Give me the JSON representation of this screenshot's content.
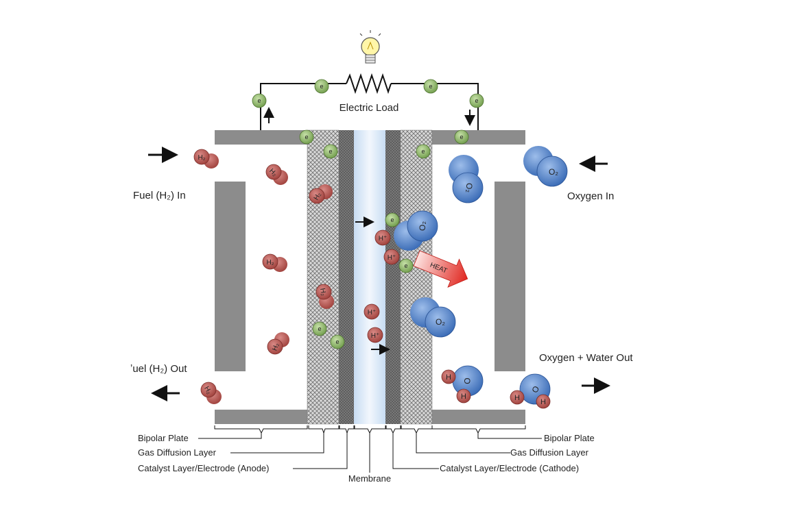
{
  "load": {
    "label": "Electric Load"
  },
  "inputs": {
    "fuel_in": "Fuel (H₂) In",
    "fuel_out": "ʼuel (H₂) Out",
    "oxygen_in": "Oxygen In",
    "oxygen_water_out": "Oxygen + Water Out"
  },
  "layers_left": {
    "bipolar": "Bipolar Plate",
    "gdl": "Gas Diffusion Layer",
    "catalyst": "Catalyst Layer/Electrode (Anode)"
  },
  "layers_right": {
    "bipolar": "Bipolar Plate",
    "gdl": "Gas Diffusion Layer",
    "catalyst": "Catalyst Layer/Electrode (Cathode)"
  },
  "membrane": "Membrane",
  "heat": "HEAT",
  "particles": {
    "electron": "e⁻",
    "electron_short": "e",
    "hydrogen": "H₂",
    "proton": "H⁺",
    "oxygen": "O₂",
    "h": "H",
    "o": "O"
  },
  "colors": {
    "plate": "#8c8c8c",
    "hydrogen": "#b4524d",
    "oxygen": "#4d7fc7",
    "electron": "#8fb86b",
    "membrane": "#d6e6f7",
    "heat": "#e8322c"
  }
}
